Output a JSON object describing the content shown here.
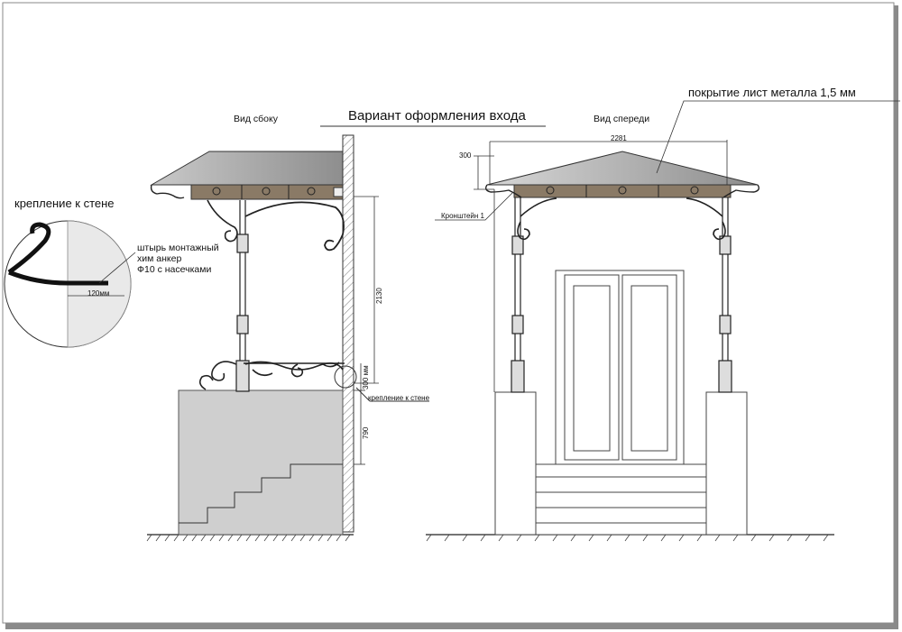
{
  "title": "Вариант оформления входа",
  "views": {
    "side": "Вид сбоку",
    "front": "Вид спереди"
  },
  "callouts": {
    "roof_covering": "покрытие лист металла 1,5 мм",
    "wall_mount_big": "крепление к стене",
    "wall_mount_small": "крепление к стене",
    "anchor_line1": "штырь монтажный",
    "anchor_line2": "хим анкер",
    "anchor_line3": "Ф10 с насечками",
    "bracket": "Кронштейн 1"
  },
  "dimensions": {
    "overall_width": "2281",
    "overhang": "300",
    "column_height": "2130",
    "railing_height": "300 мм",
    "base_height": "790",
    "anchor_depth": "120мм"
  }
}
